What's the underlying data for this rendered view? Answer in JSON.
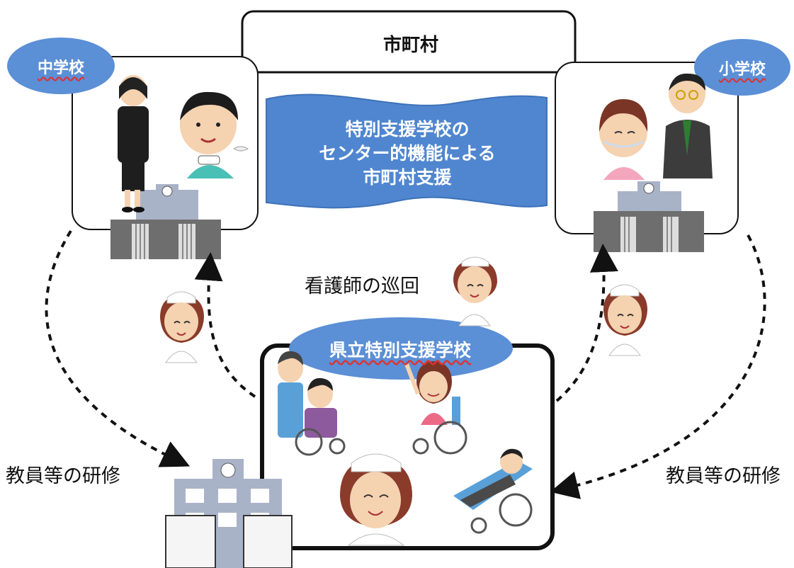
{
  "top_box": {
    "title": "市町村"
  },
  "left_school": {
    "label": "中学校"
  },
  "right_school": {
    "label": "小学校"
  },
  "banner": {
    "line1": "特別支援学校の",
    "line2": "センター的機能による",
    "line3": "市町村支援"
  },
  "nurse_round": {
    "label": "看護師の巡回"
  },
  "center_school": {
    "label": "県立特別支援学校"
  },
  "training_left": {
    "label": "教員等の研修"
  },
  "training_right": {
    "label": "教員等の研修"
  },
  "colors": {
    "oval_fill": "#5b8fd6",
    "banner_fill": "#4f86cf",
    "nurse_hair": "#8a3b2a",
    "stroke": "#111111"
  }
}
